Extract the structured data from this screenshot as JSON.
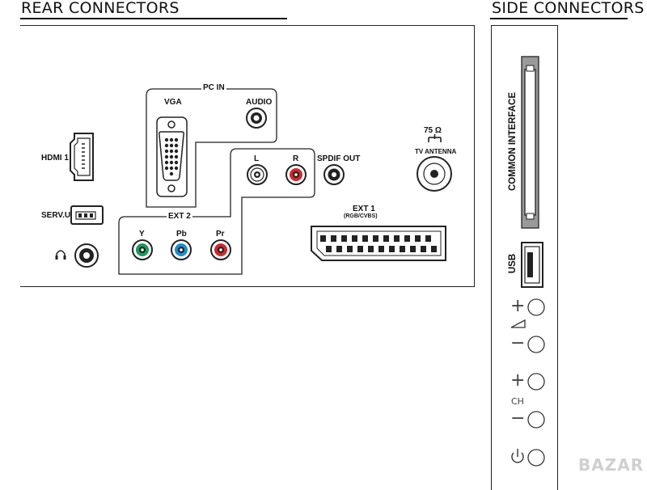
{
  "rear": {
    "title": "REAR CONNECTORS",
    "pc_in": "PC IN",
    "vga": "VGA",
    "audio": "AUDIO",
    "hdmi": "HDMI 1",
    "servu": "SERV.U",
    "l": "L",
    "r": "R",
    "spdif": "SPDIF OUT",
    "ohm": "75 Ω",
    "antenna": "TV ANTENNA",
    "ext2": "EXT 2",
    "y": "Y",
    "pb": "Pb",
    "pr": "Pr",
    "ext1": "EXT 1",
    "ext1_sub": "(RGB/CVBS)"
  },
  "side": {
    "title": "SIDE CONNECTORS",
    "ci": "COMMON INTERFACE",
    "usb": "USB",
    "plus": "+",
    "minus": "−",
    "ch": "CH"
  },
  "watermark": "BAZAR",
  "colors": {
    "green": "#1a9a5a",
    "blue": "#1b8fd0",
    "red": "#d0282e",
    "line": "#222222",
    "gray": "#9a9a9a"
  }
}
